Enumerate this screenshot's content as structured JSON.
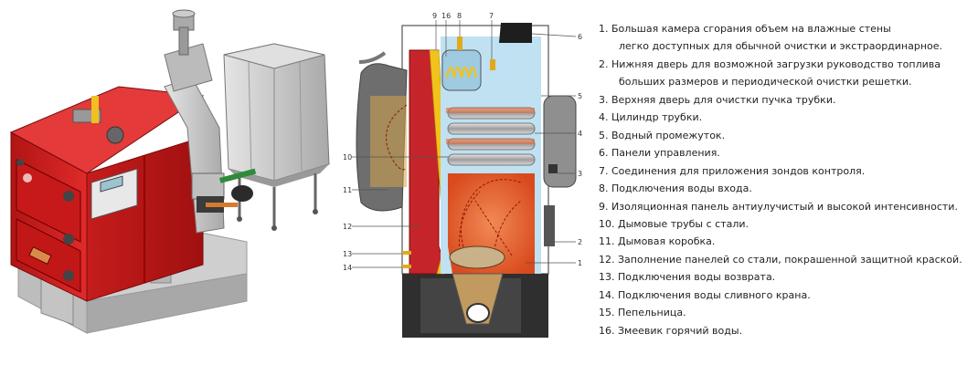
{
  "legend": {
    "items": [
      {
        "num": "1.",
        "lines": [
          "Большая камера сгорания объем на влажные стены",
          "легко доступных для обычной очистки и экстраординарное."
        ]
      },
      {
        "num": "2.",
        "lines": [
          "Нижняя дверь для возможной загрузки руководство топлива",
          "больших размеров и периодической очистки решетки."
        ]
      },
      {
        "num": "3.",
        "lines": [
          "Верхняя дверь для очистки пучка трубки."
        ]
      },
      {
        "num": "4.",
        "lines": [
          "Цилиндр трубки."
        ]
      },
      {
        "num": "5.",
        "lines": [
          "Водный промежуток."
        ]
      },
      {
        "num": "6.",
        "lines": [
          "Панели управления."
        ]
      },
      {
        "num": "7.",
        "lines": [
          "Соединения для приложения зондов контроля."
        ]
      },
      {
        "num": "8.",
        "lines": [
          "Подключения воды входа."
        ]
      },
      {
        "num": "9.",
        "lines": [
          "Изоляционная панель антиулучистый и высокой интенсивности."
        ]
      },
      {
        "num": "10.",
        "lines": [
          "Дымовые трубы с стали."
        ]
      },
      {
        "num": "11.",
        "lines": [
          "Дымовая коробка."
        ]
      },
      {
        "num": "12.",
        "lines": [
          "Заполнение панелей со стали, покрашенной защитной краской."
        ]
      },
      {
        "num": "13.",
        "lines": [
          "Подключения воды возврата."
        ]
      },
      {
        "num": "14.",
        "lines": [
          "Подключения воды сливного крана."
        ]
      },
      {
        "num": "15.",
        "lines": [
          "Пепельница."
        ]
      },
      {
        "num": "16.",
        "lines": [
          "Змеевик горячий воды."
        ]
      }
    ]
  },
  "callouts": {
    "c1": "1",
    "c2": "2",
    "c3": "3",
    "c4": "4",
    "c5": "5",
    "c6": "6",
    "c7": "7",
    "c8": "8",
    "c9": "9",
    "c10": "10",
    "c11": "11",
    "c12": "12",
    "c13": "13",
    "c14": "14",
    "c16": "16"
  },
  "colors": {
    "boiler_red": "#d51f1f",
    "steel_grey": "#c9c9c9",
    "chamber_orange": "#e2602a",
    "insulation_yellow": "#f0c020",
    "water_blue": "#bfe1f2",
    "dark_base": "#333333"
  }
}
